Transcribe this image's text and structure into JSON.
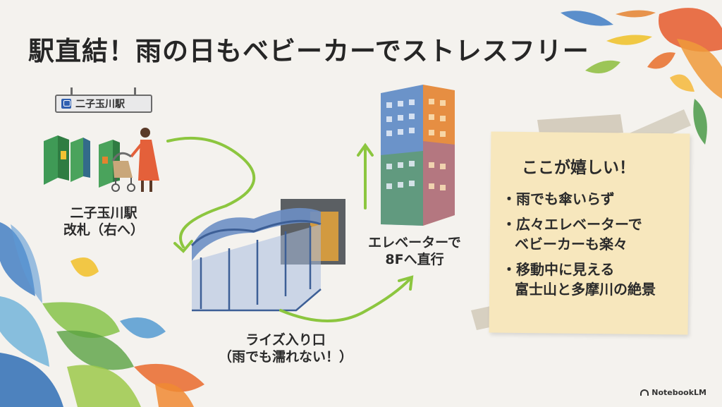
{
  "title": "駅直結！雨の日もベビーカーでストレスフリー",
  "station_sign": {
    "text": "二子玉川駅",
    "icon": "train-icon"
  },
  "steps": [
    {
      "line1": "二子玉川駅",
      "line2": "改札（右へ）"
    },
    {
      "line1": "ライズ入り口",
      "line2": "（雨でも濡れない！）"
    },
    {
      "line1": "エレベーターで",
      "line2": "8Fへ直行"
    }
  ],
  "note": {
    "title": "ここが嬉しい！",
    "items": [
      {
        "line1": "・雨でも傘いらず",
        "line2": ""
      },
      {
        "line1": "・広々エレベーターで",
        "line2": "ベビーカーも楽々"
      },
      {
        "line1": "・移動中に見える",
        "line2": "富士山と多摩川の絶景"
      }
    ]
  },
  "footer": {
    "brand": "NotebookLM",
    "icon": "notebook-icon"
  },
  "colors": {
    "arrow": "#8cc63f",
    "note": "#f7e7bd",
    "sign_icon": "#2f5fb0"
  }
}
